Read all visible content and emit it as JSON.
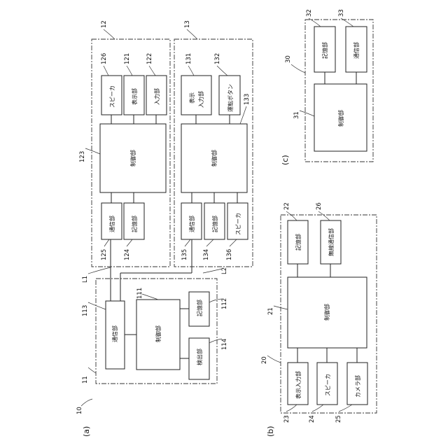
{
  "captions": {
    "a": "(a)",
    "b": "(b)",
    "c": "(c)"
  },
  "refs": {
    "r10": "10",
    "r11": "11",
    "r111": "111",
    "r112": "112",
    "r113": "113",
    "r114": "114",
    "r12": "12",
    "r121": "121",
    "r122": "122",
    "r123": "123",
    "r124": "124",
    "r125": "125",
    "r126": "126",
    "r13": "13",
    "r131": "131",
    "r132": "132",
    "r133": "133",
    "r134": "134",
    "r135": "135",
    "r136": "136",
    "L1": "L1",
    "L2": "L2",
    "r20": "20",
    "r21": "21",
    "r22": "22",
    "r23": "23",
    "r24": "24",
    "r25": "25",
    "r26": "26",
    "r30": "30",
    "r31": "31",
    "r32": "32",
    "r33": "33"
  },
  "labels": {
    "speaker": "スピーカ",
    "display": "表示部",
    "input": "入力部",
    "control": "制御部",
    "comm": "通信部",
    "storage": "記憶部",
    "display_input_1": "表示",
    "display_input_2": "入力部",
    "run_button": "運転ボタン",
    "detect": "検出部",
    "display_input": "表示入力部",
    "camera": "カメラ部",
    "wireless": "無線通信部"
  }
}
